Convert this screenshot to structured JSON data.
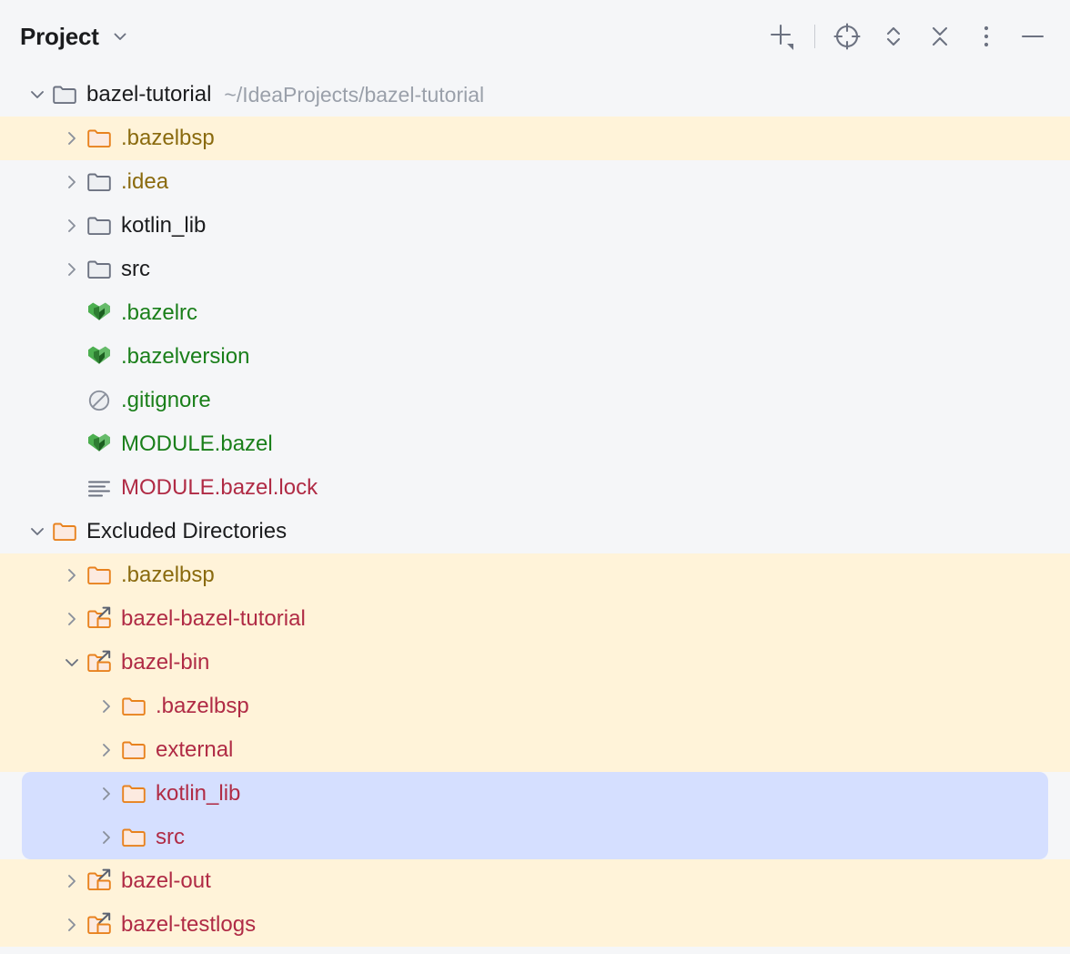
{
  "header": {
    "title": "Project",
    "dropdown_icon": "chevron-down-icon",
    "toolbar": [
      {
        "name": "add-new-button",
        "icon": "plus-with-dropdown-icon"
      },
      {
        "name": "toolbar-separator",
        "icon": "separator"
      },
      {
        "name": "select-opened-file-button",
        "icon": "crosshair-target-icon"
      },
      {
        "name": "expand-collapse-button",
        "icon": "chevron-up-down-icon"
      },
      {
        "name": "collapse-all-button",
        "icon": "collapse-all-icon"
      },
      {
        "name": "more-options-button",
        "icon": "vertical-dots-icon"
      },
      {
        "name": "hide-tool-window-button",
        "icon": "minimize-dash-icon"
      }
    ]
  },
  "colors": {
    "background": "#F5F6F8",
    "excluded_highlight": "#FFF3D9",
    "selection": "#D5DFFF",
    "text_default": "#1B1C1E",
    "text_olive": "#8A6A0E",
    "text_green": "#1A7F1A",
    "text_crimson": "#B02B45",
    "text_muted": "#9AA0AA",
    "folder_orange": "#E8821E",
    "folder_gray": "#6C7281"
  },
  "tree": {
    "rows": [
      {
        "label": "bazel-tutorial",
        "sublabel": "~/IdeaProjects/bazel-tutorial",
        "depth": 0,
        "twisty": "expanded",
        "icon": "folder-gray-icon",
        "color": "c-default",
        "highlight": "none",
        "selected": false
      },
      {
        "label": ".bazelbsp",
        "sublabel": "",
        "depth": 1,
        "twisty": "collapsed",
        "icon": "folder-orange-icon",
        "color": "c-olive",
        "highlight": "yellow",
        "selected": false
      },
      {
        "label": ".idea",
        "sublabel": "",
        "depth": 1,
        "twisty": "collapsed",
        "icon": "folder-gray-icon",
        "color": "c-olive",
        "highlight": "none",
        "selected": false
      },
      {
        "label": "kotlin_lib",
        "sublabel": "",
        "depth": 1,
        "twisty": "collapsed",
        "icon": "folder-gray-icon",
        "color": "c-default",
        "highlight": "none",
        "selected": false
      },
      {
        "label": "src",
        "sublabel": "",
        "depth": 1,
        "twisty": "collapsed",
        "icon": "folder-gray-icon",
        "color": "c-default",
        "highlight": "none",
        "selected": false
      },
      {
        "label": ".bazelrc",
        "sublabel": "",
        "depth": 1,
        "twisty": "none",
        "icon": "bazel-leaf-icon",
        "color": "c-green",
        "highlight": "none",
        "selected": false
      },
      {
        "label": ".bazelversion",
        "sublabel": "",
        "depth": 1,
        "twisty": "none",
        "icon": "bazel-leaf-icon",
        "color": "c-green",
        "highlight": "none",
        "selected": false
      },
      {
        "label": ".gitignore",
        "sublabel": "",
        "depth": 1,
        "twisty": "none",
        "icon": "ignored-file-icon",
        "color": "c-green",
        "highlight": "none",
        "selected": false
      },
      {
        "label": "MODULE.bazel",
        "sublabel": "",
        "depth": 1,
        "twisty": "none",
        "icon": "bazel-leaf-icon",
        "color": "c-green",
        "highlight": "none",
        "selected": false
      },
      {
        "label": "MODULE.bazel.lock",
        "sublabel": "",
        "depth": 1,
        "twisty": "none",
        "icon": "text-file-icon",
        "color": "c-crimson",
        "highlight": "none",
        "selected": false
      },
      {
        "label": "Excluded Directories",
        "sublabel": "",
        "depth": 0,
        "twisty": "expanded",
        "icon": "folder-orange-icon",
        "color": "c-default",
        "highlight": "none",
        "selected": false
      },
      {
        "label": ".bazelbsp",
        "sublabel": "",
        "depth": 1,
        "twisty": "collapsed",
        "icon": "folder-orange-icon",
        "color": "c-olive",
        "highlight": "yellow",
        "selected": false
      },
      {
        "label": "bazel-bazel-tutorial",
        "sublabel": "",
        "depth": 1,
        "twisty": "collapsed",
        "icon": "folder-symlink-icon",
        "color": "c-crimson",
        "highlight": "yellow",
        "selected": false
      },
      {
        "label": "bazel-bin",
        "sublabel": "",
        "depth": 1,
        "twisty": "expanded",
        "icon": "folder-symlink-icon",
        "color": "c-crimson",
        "highlight": "yellow",
        "selected": false
      },
      {
        "label": ".bazelbsp",
        "sublabel": "",
        "depth": 2,
        "twisty": "collapsed",
        "icon": "folder-orange-icon",
        "color": "c-crimson",
        "highlight": "yellow",
        "selected": false
      },
      {
        "label": "external",
        "sublabel": "",
        "depth": 2,
        "twisty": "collapsed",
        "icon": "folder-orange-icon",
        "color": "c-crimson",
        "highlight": "yellow",
        "selected": false
      },
      {
        "label": "kotlin_lib",
        "sublabel": "",
        "depth": 2,
        "twisty": "collapsed",
        "icon": "folder-orange-icon",
        "color": "c-crimson",
        "highlight": "yellow",
        "selected": true,
        "sel_edge": "top"
      },
      {
        "label": "src",
        "sublabel": "",
        "depth": 2,
        "twisty": "collapsed",
        "icon": "folder-orange-icon",
        "color": "c-crimson",
        "highlight": "yellow",
        "selected": true,
        "sel_edge": "bottom"
      },
      {
        "label": "bazel-out",
        "sublabel": "",
        "depth": 1,
        "twisty": "collapsed",
        "icon": "folder-symlink-icon",
        "color": "c-crimson",
        "highlight": "yellow",
        "selected": false
      },
      {
        "label": "bazel-testlogs",
        "sublabel": "",
        "depth": 1,
        "twisty": "collapsed",
        "icon": "folder-symlink-icon",
        "color": "c-crimson",
        "highlight": "yellow",
        "selected": false
      }
    ]
  }
}
